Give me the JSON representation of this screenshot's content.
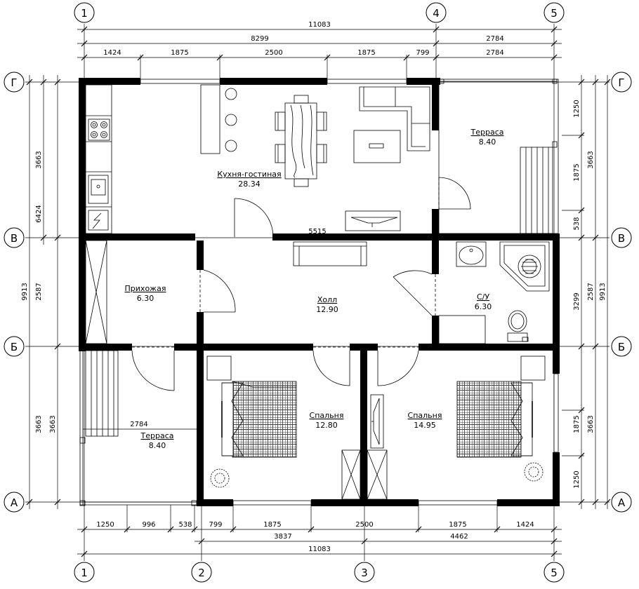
{
  "axes": {
    "top": [
      "1",
      "4",
      "5"
    ],
    "bottom": [
      "1",
      "2",
      "3",
      "5"
    ],
    "left": [
      "Г",
      "В",
      "Б",
      "А"
    ],
    "right": [
      "Г",
      "В",
      "Б",
      "А"
    ]
  },
  "dimensions": {
    "top": {
      "overall": "11083",
      "row2": [
        "8299",
        "2784"
      ],
      "row3": [
        "1424",
        "1875",
        "2500",
        "1875",
        "799",
        "2784"
      ]
    },
    "bottom": {
      "row1": [
        "1250",
        "996",
        "538",
        "799",
        "1875",
        "2500",
        "1875",
        "1424"
      ],
      "row2": [
        "3837",
        "4462"
      ],
      "overall": "11083"
    },
    "left": {
      "outer": "9913",
      "row2": [
        "6424"
      ],
      "inner": [
        "3663",
        "2587",
        "3663"
      ]
    },
    "right": {
      "inner": [
        "1250",
        "1875",
        "538",
        "3299",
        "1875",
        "1250"
      ],
      "row2": [
        "3663",
        "2587",
        "3663"
      ],
      "outer": "9913"
    },
    "interior": {
      "hall_width": "5515",
      "terrace_width": "2784"
    }
  },
  "rooms": {
    "kitchen": {
      "name": "Кухня-гостиная",
      "area": "28.34"
    },
    "terrace_top": {
      "name": "Терраса",
      "area": "8.40"
    },
    "hallway": {
      "name": "Прихожая",
      "area": "6.30"
    },
    "hall": {
      "name": "Холл",
      "area": "12.90"
    },
    "bathroom": {
      "name": "С/У",
      "area": "6.30"
    },
    "bedroom_left": {
      "name": "Спальня",
      "area": "12.80"
    },
    "bedroom_right": {
      "name": "Спальня",
      "area": "14.95"
    },
    "terrace_bottom": {
      "name": "Терраса",
      "area": "8.40"
    }
  }
}
